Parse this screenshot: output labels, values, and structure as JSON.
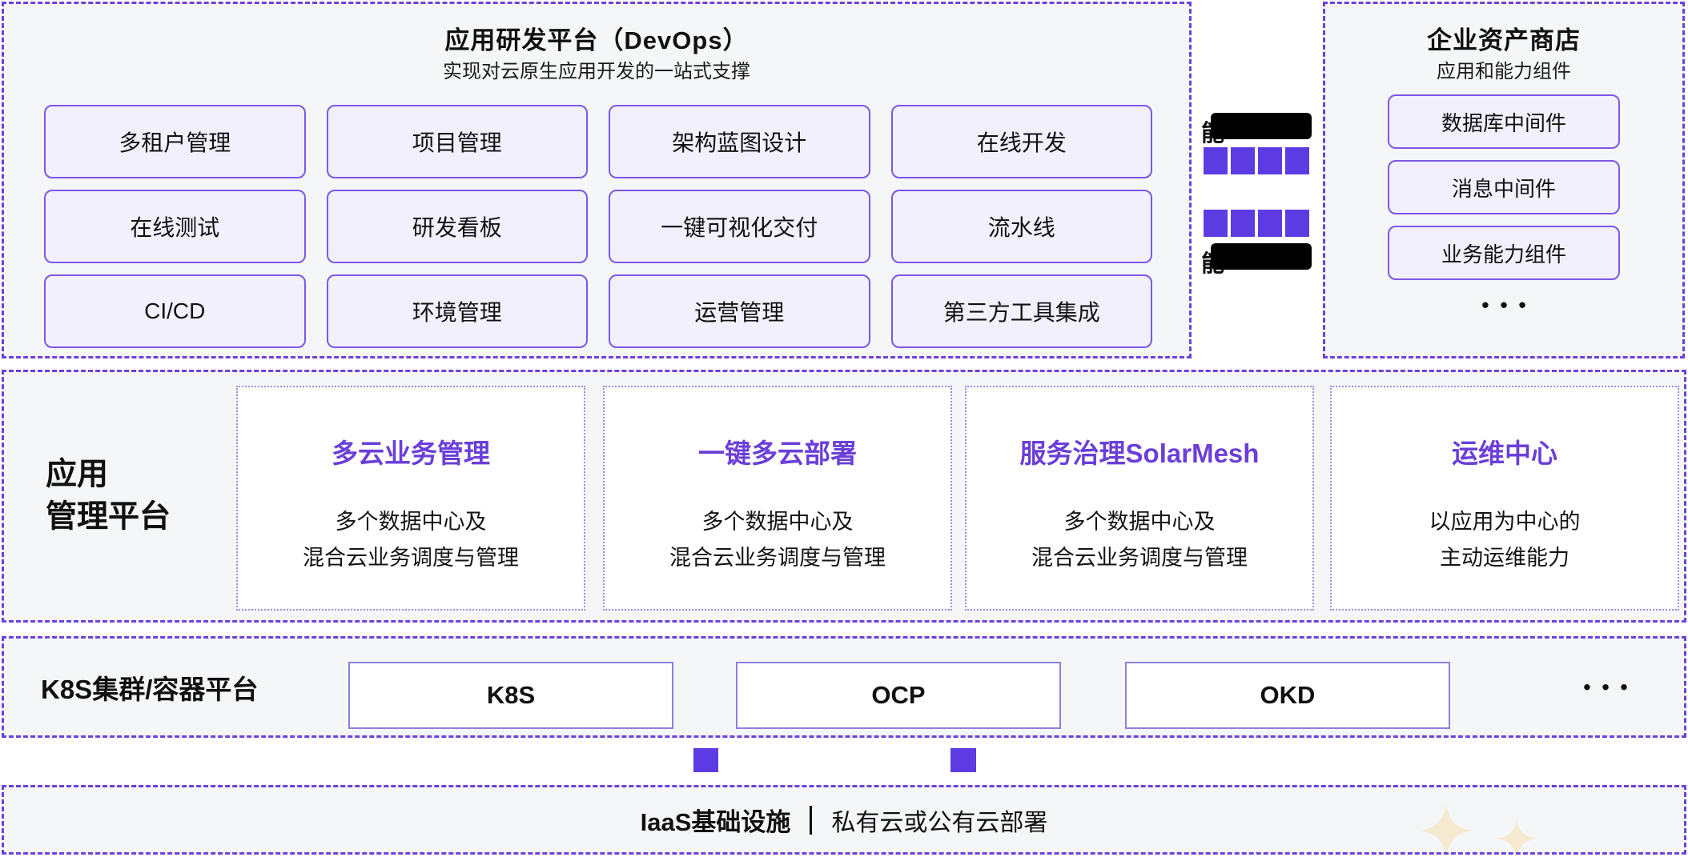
{
  "colors": {
    "panel_fill": "#F5F6F8",
    "dashed_border": "#6A42DD",
    "pill_fill": "#F2F0FC",
    "pill_border": "#7A58E8",
    "accent_purple": "#5D3BE2",
    "card_title_purple": "#6A3FD9",
    "kbox_border": "#8F7FDC",
    "redaction": "#000000",
    "sparkle": "#F5EAD0"
  },
  "devops_panel": {
    "title": "应用研发平台（DevOps）",
    "subtitle": "实现对云原生应用开发的一站式支撑",
    "buttons": [
      "多租户管理",
      "项目管理",
      "架构蓝图设计",
      "在线开发",
      "在线测试",
      "研发看板",
      "一键可视化交付",
      "流水线",
      "CI/CD",
      "环境管理",
      "运营管理",
      "第三方工具集成"
    ]
  },
  "connector": {
    "top_label_visible": "能",
    "bottom_label_visible": "能",
    "squares_per_row": 4
  },
  "asset_store": {
    "title": "企业资产商店",
    "subtitle": "应用和能力组件",
    "items": [
      "数据库中间件",
      "消息中间件",
      "业务能力组件"
    ],
    "ellipsis": "•••"
  },
  "app_mgmt": {
    "label_line1": "应用",
    "label_line2": "管理平台",
    "cards": [
      {
        "title": "多云业务管理",
        "desc1": "多个数据中心及",
        "desc2": "混合云业务调度与管理"
      },
      {
        "title": "一键多云部署",
        "desc1": "多个数据中心及",
        "desc2": "混合云业务调度与管理"
      },
      {
        "title": "服务治理SolarMesh",
        "desc1": "多个数据中心及",
        "desc2": "混合云业务调度与管理"
      },
      {
        "title": "运维中心",
        "desc1": "以应用为中心的",
        "desc2": "主动运维能力"
      }
    ]
  },
  "k8s_band": {
    "label": "K8S集群/容器平台",
    "items": [
      "K8S",
      "OCP",
      "OKD"
    ],
    "ellipsis": "•••"
  },
  "iaas_band": {
    "title": "IaaS基础设施",
    "subtitle": "私有云或公有云部署"
  }
}
